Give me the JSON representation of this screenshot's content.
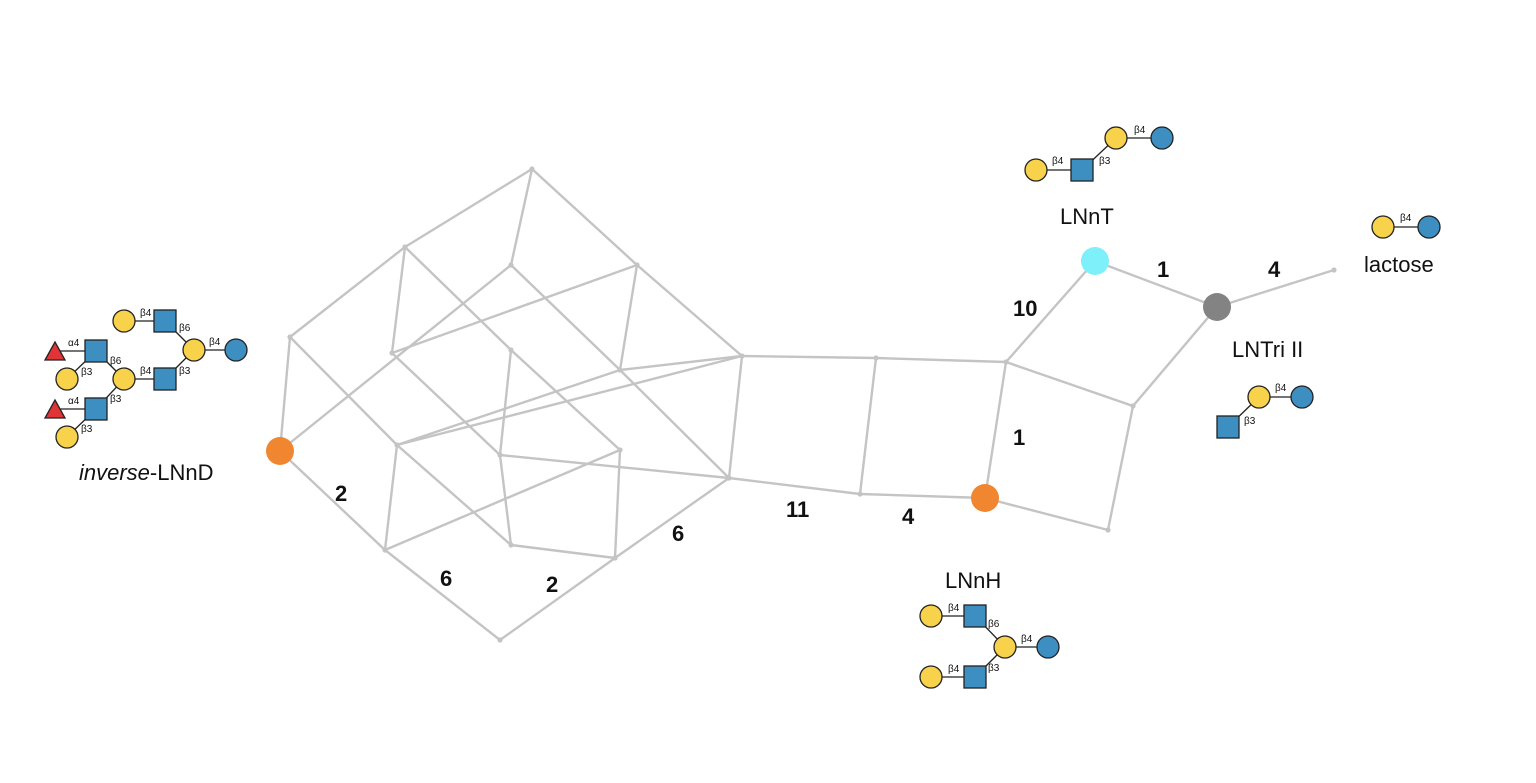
{
  "labels": {
    "inverse_lnnd_italic": "inverse",
    "inverse_lnnd_rest": "-LNnD",
    "lnnt": "LNnT",
    "lactose": "lactose",
    "lntri_ii": "LNTri II",
    "lnnh": "LNnH"
  },
  "edge_counts": {
    "lnnt_lntri": "1",
    "lntri_lactose": "4",
    "junction_lnnt": "10",
    "lnnh_up": "1",
    "left_a": "2",
    "left_b": "6",
    "left_c": "2",
    "left_d": "6",
    "bridge_a": "11",
    "bridge_b": "4"
  },
  "bonds": {
    "b4": "β4",
    "b3": "β3",
    "b6": "β6",
    "a4": "α4"
  },
  "colors": {
    "edge": "#c4c4c4",
    "inverse_lnnd_node": "#f0862f",
    "lnnh_node": "#f0862f",
    "lnnt_node": "#7df0fa",
    "lntri_node": "#838383",
    "galactose": "#f8d24a",
    "glucose": "#3d8fc1",
    "glcnac": "#3d8fc1",
    "fucose": "#e03437"
  }
}
